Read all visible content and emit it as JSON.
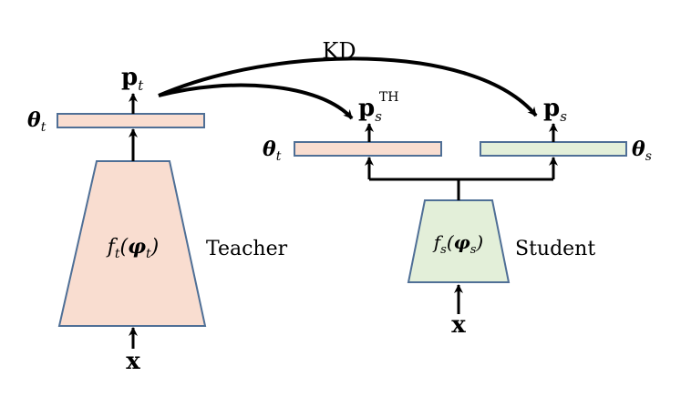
{
  "colors": {
    "teacher_fill": "#f9ddd0",
    "student_fill": "#e3efd9",
    "outline": "#4f6f96",
    "arrow": "#000000"
  },
  "labels": {
    "kd": "KD",
    "teacher": "Teacher",
    "student": "Student"
  },
  "teacher": {
    "func": "f",
    "func_sub": "t",
    "param": "φ",
    "param_sub": "t",
    "head_param": "θ",
    "head_param_sub": "t",
    "output": "p",
    "output_sub": "t",
    "input": "x"
  },
  "student": {
    "func": "f",
    "func_sub": "s",
    "param": "φ",
    "param_sub": "s",
    "input": "x",
    "teacher_head_param": "θ",
    "teacher_head_param_sub": "t",
    "student_head_param": "θ",
    "student_head_param_sub": "s",
    "th_output": "p",
    "th_output_sub": "s",
    "th_output_sup": "TH",
    "output": "p",
    "output_sub": "s"
  }
}
